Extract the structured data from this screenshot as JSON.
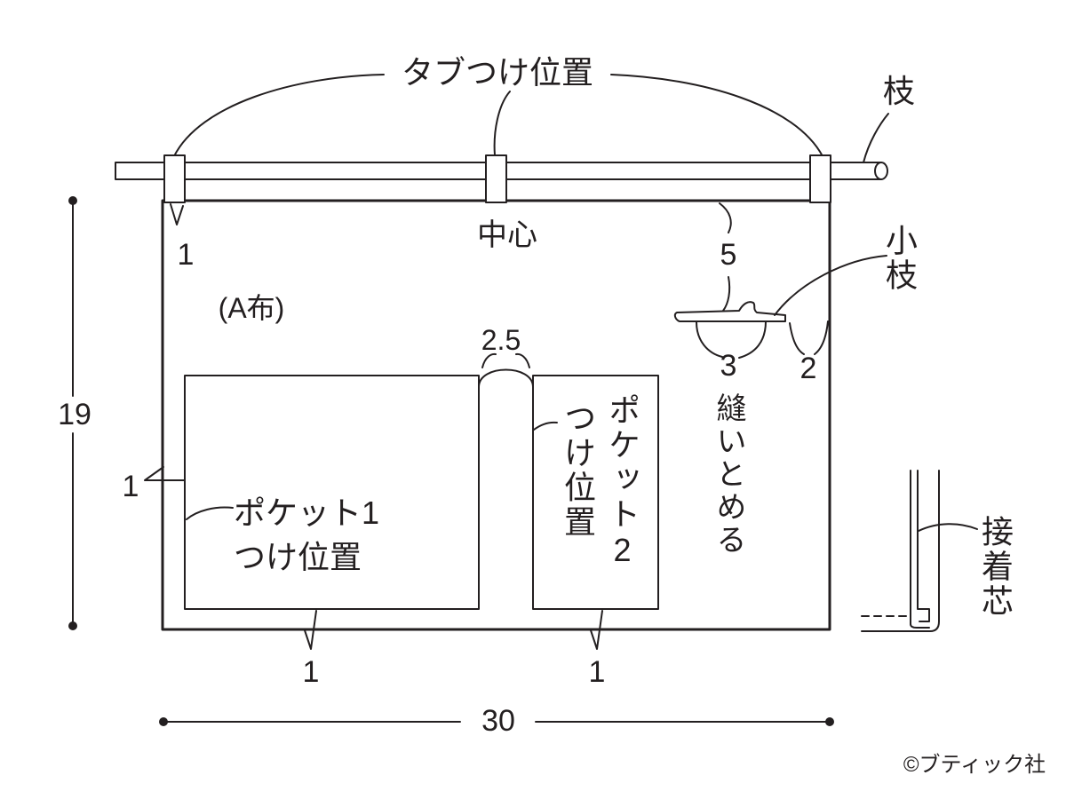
{
  "labels": {
    "tab_position": "タブつけ位置",
    "branch": "枝",
    "small_branch": "小枝",
    "center": "中心",
    "fabric_a": "(A布)",
    "pocket1": {
      "line1": "ポケット1",
      "line2": "つけ位置"
    },
    "pocket2": {
      "line1": "ポケット2",
      "line2": "つけ位置"
    },
    "sew_fix": "縫いとめる",
    "interfacing": "接着芯",
    "copyright": "©ブティック社"
  },
  "dimensions": {
    "tab_inset": "1",
    "small_branch_from_top": "5",
    "small_branch_stitch": "3",
    "small_branch_from_side": "2",
    "pocket_gap": "2.5",
    "height": "19",
    "pocket_left_inset": "1",
    "pocket1_bottom_inset": "1",
    "pocket2_bottom_inset": "1",
    "width": "30"
  },
  "colors": {
    "ink": "#231f20",
    "background": "#ffffff"
  }
}
